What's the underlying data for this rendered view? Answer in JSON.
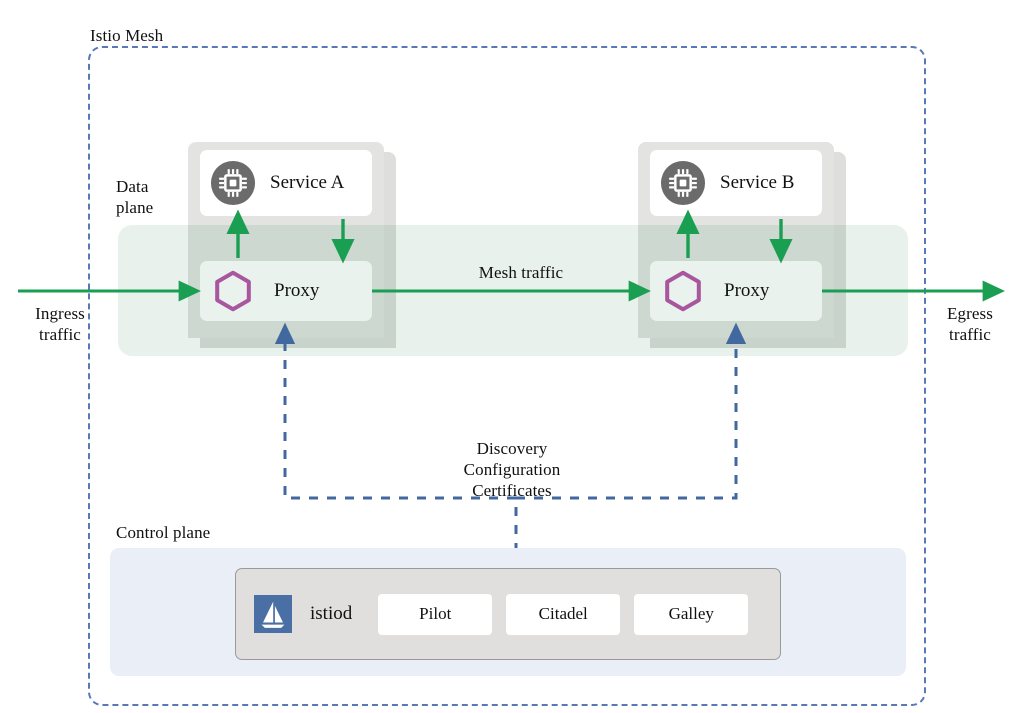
{
  "diagram": {
    "title": "Istio Mesh",
    "mesh_border_color": "#5878b8",
    "traffic_color": "#1a9e52",
    "control_signal_color": "#41699f",
    "hexagon_color": "#a8569e",
    "chip_circle_color": "#6b6b6b",
    "istiod_logo_color": "#4a6fa5"
  },
  "zones": {
    "data_plane_label": "Data\nplane",
    "control_plane_label": "Control plane",
    "data_plane_band_color": "#e9f1ec",
    "control_plane_panel_color": "#eaeef7"
  },
  "traffic": {
    "ingress_label": "Ingress\ntraffic",
    "egress_label": "Egress\ntraffic",
    "mesh_label": "Mesh traffic"
  },
  "control_signals": {
    "label": "Discovery\nConfiguration\nCertificates"
  },
  "pods": [
    {
      "id": "pod-a",
      "service_name": "Service A",
      "service_icon": "chip-icon",
      "proxy_name": "Proxy",
      "proxy_icon": "hexagon-icon"
    },
    {
      "id": "pod-b",
      "service_name": "Service B",
      "service_icon": "chip-icon",
      "proxy_name": "Proxy",
      "proxy_icon": "hexagon-icon"
    }
  ],
  "istiod": {
    "name": "istiod",
    "logo_icon": "sailboat-icon",
    "components": [
      {
        "label": "Pilot"
      },
      {
        "label": "Citadel"
      },
      {
        "label": "Galley"
      }
    ]
  }
}
